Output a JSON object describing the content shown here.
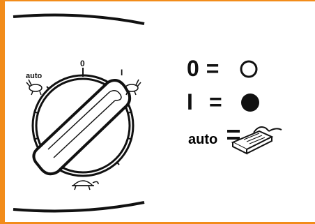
{
  "colors": {
    "accent": "#f28c1a",
    "ink": "#111111"
  },
  "dial": {
    "label_off": "0",
    "label_on": "I",
    "label_auto": "auto"
  },
  "legend": {
    "off_symbol": "0",
    "on_symbol": "I",
    "equals": "=",
    "auto_text": "auto",
    "off_icon": "open-circle-icon",
    "on_icon": "filled-circle-icon",
    "auto_icon": "hand-held-appliance-icon"
  }
}
